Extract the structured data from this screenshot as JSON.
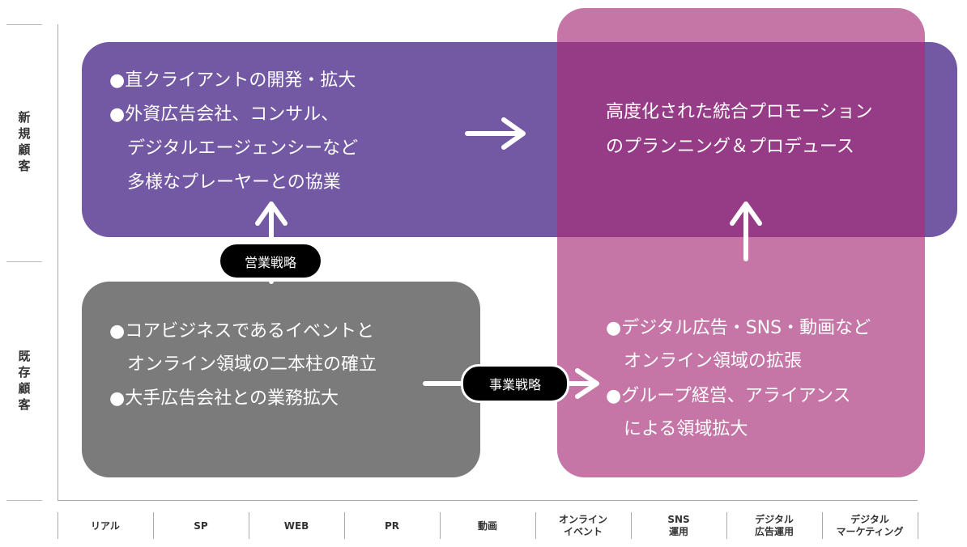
{
  "axis_y": {
    "new": "新規顧客",
    "existing": "既存顧客"
  },
  "axis_x": [
    "リアル",
    "SP",
    "WEB",
    "PR",
    "動画",
    "オンライン\nイベント",
    "SNS\n運用",
    "デジタル\n広告運用",
    "デジタル\nマーケティング"
  ],
  "purple_box": {
    "lines": [
      "●直クライアントの開発・拡大",
      "●外資広告会社、コンサル、",
      "　デジタルエージェンシーなど",
      "　多様なプレーヤーとの協業"
    ]
  },
  "overlap_box": {
    "lines": [
      "高度化された統合プロモーション",
      "のプランニング＆プロデュース"
    ]
  },
  "gray_box": {
    "lines": [
      "●コアビジネスであるイベントと",
      "　オンライン領域の二本柱の確立",
      "●大手広告会社との業務拡大"
    ]
  },
  "pink_box": {
    "lines": [
      "●デジタル広告・SNS・動画など",
      "　オンライン領域の拡張",
      "●グループ経営、アライアンス",
      "　による領域拡大"
    ]
  },
  "badges": {
    "sales": "営業戦略",
    "business": "事業戦略"
  },
  "colors": {
    "purple": "#7358a3",
    "pink": "#c576a6",
    "overlap": "#963c87",
    "gray": "#7b7b7b"
  }
}
